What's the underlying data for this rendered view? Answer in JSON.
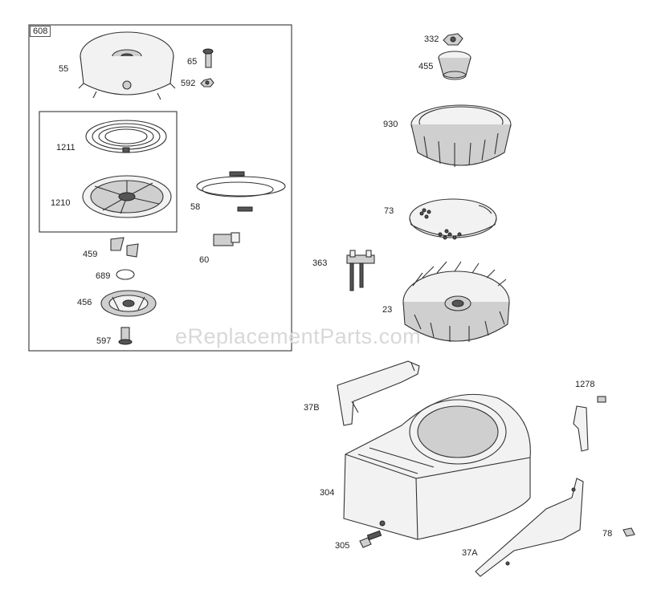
{
  "diagram": {
    "group_label": "608",
    "watermark": "eReplacementParts.com",
    "parts": {
      "p55": "55",
      "p65": "65",
      "p592": "592",
      "p1211": "1211",
      "p1210": "1210",
      "p58": "58",
      "p459": "459",
      "p60": "60",
      "p689": "689",
      "p456": "456",
      "p597": "597",
      "p332": "332",
      "p455": "455",
      "p930": "930",
      "p73": "73",
      "p363": "363",
      "p23": "23",
      "p1278": "1278",
      "p37B": "37B",
      "p304": "304",
      "p305": "305",
      "p37A": "37A",
      "p78": "78"
    }
  }
}
